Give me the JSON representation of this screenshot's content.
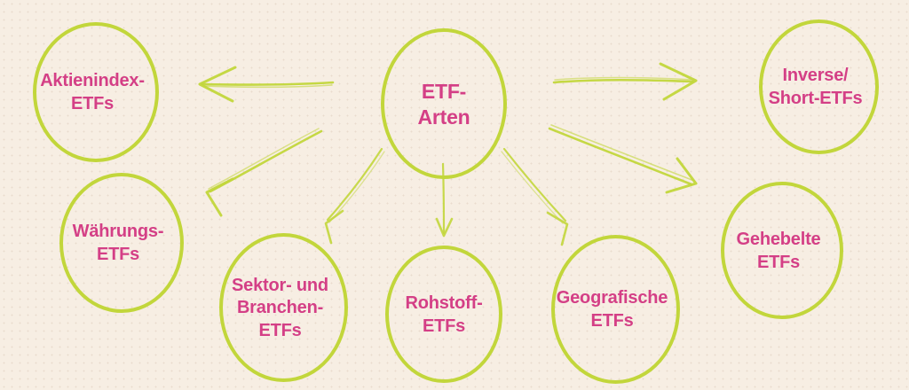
{
  "diagram": {
    "title": "ETF-Arten",
    "type": "mind-map",
    "colors": {
      "background": "#f7eee3",
      "node_stroke": "#c2d63b",
      "arrow": "#c2d63b",
      "label_text": "#d43f86"
    },
    "center": {
      "id": "etf-arten",
      "label": "ETF-\nArten"
    },
    "branches": [
      {
        "id": "aktienindex-etfs",
        "label": "Aktienindex-\nETFs"
      },
      {
        "id": "inverse-short-etfs",
        "label": "Inverse/\nShort-ETFs"
      },
      {
        "id": "waehrungs-etfs",
        "label": "Währungs-\nETFs"
      },
      {
        "id": "sektor-branchen-etfs",
        "label": "Sektor- und\nBranchen-\nETFs"
      },
      {
        "id": "rohstoff-etfs",
        "label": "Rohstoff-\nETFs"
      },
      {
        "id": "geografische-etfs",
        "label": "Geografische\nETFs"
      },
      {
        "id": "gehebelte-etfs",
        "label": "Gehebelte\nETFs"
      }
    ],
    "connections": [
      {
        "from": "etf-arten",
        "to": "aktienindex-etfs",
        "direction": "left"
      },
      {
        "from": "etf-arten",
        "to": "inverse-short-etfs",
        "direction": "right"
      },
      {
        "from": "etf-arten",
        "to": "waehrungs-etfs",
        "direction": "down-left"
      },
      {
        "from": "etf-arten",
        "to": "sektor-branchen-etfs",
        "direction": "down-left-steep"
      },
      {
        "from": "etf-arten",
        "to": "rohstoff-etfs",
        "direction": "down"
      },
      {
        "from": "etf-arten",
        "to": "geografische-etfs",
        "direction": "down-right-steep"
      },
      {
        "from": "etf-arten",
        "to": "gehebelte-etfs",
        "direction": "down-right"
      }
    ]
  }
}
